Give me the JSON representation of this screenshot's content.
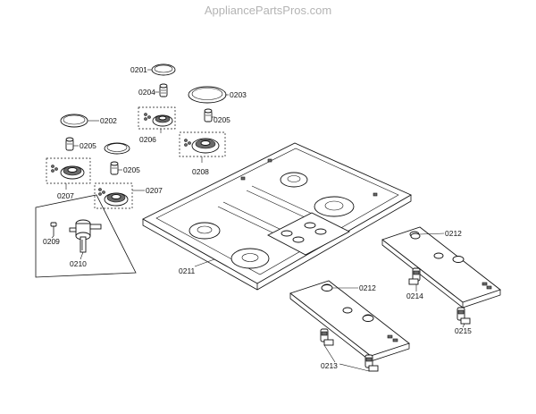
{
  "watermark": "AppliancePartsPros.com",
  "callouts": {
    "c0201": "0201",
    "c0202": "0202",
    "c0203": "0203",
    "c0204": "0204",
    "c0205a": "0205",
    "c0205b": "0205",
    "c0205c": "0205",
    "c0206": "0206",
    "c0207a": "0207",
    "c0207b": "0207",
    "c0208": "0208",
    "c0209": "0209",
    "c0210": "0210",
    "c0211": "0211",
    "c0212a": "0212",
    "c0212b": "0212",
    "c0213": "0213",
    "c0214": "0214",
    "c0215": "0215"
  }
}
